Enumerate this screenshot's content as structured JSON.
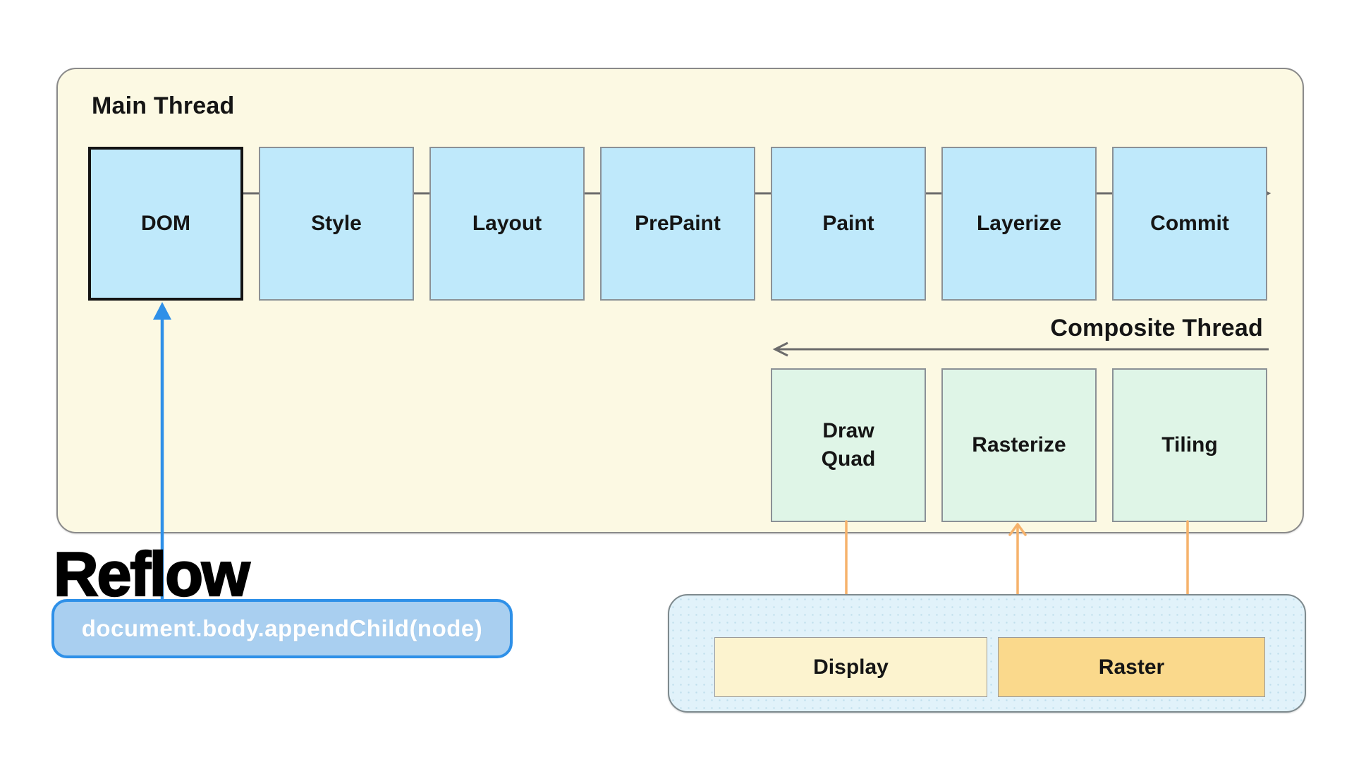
{
  "diagram": {
    "main_thread_label": "Main Thread",
    "main_stages": [
      "DOM",
      "Style",
      "Layout",
      "PrePaint",
      "Paint",
      "Layerize",
      "Commit"
    ],
    "composite_thread_label": "Composite Thread",
    "composite_stages": [
      "Draw\nQuad",
      "Rasterize",
      "Tiling"
    ],
    "reflow_label": "Reflow",
    "code_snippet": "document.body.appendChild(node)",
    "gpu": {
      "display_label": "Display",
      "raster_label": "Raster"
    }
  },
  "colors": {
    "panel_bg": "#FCF9E3",
    "panel_border": "#8A8A8A",
    "stage_bg": "#BFE9FB",
    "stage_border": "#8B9196",
    "dom_border": "#141414",
    "composite_bg": "#DFF5E7",
    "thread_arrow": "#6B6B6B",
    "orange_arrow": "#F6B26B",
    "blue_arrow": "#2E90E8",
    "pill_bg": "#A9CFF0",
    "pill_border": "#2E90E8",
    "pill_text": "#FFFFFF",
    "gpu_panel_bg": "#E1F2FA",
    "gpu_panel_border": "#7E8A8E",
    "display_bg": "#FCF3CF",
    "display_border": "#9A9A9A",
    "raster_bg": "#FAD98C",
    "raster_border": "#9A9A9A",
    "text": "#151515"
  }
}
